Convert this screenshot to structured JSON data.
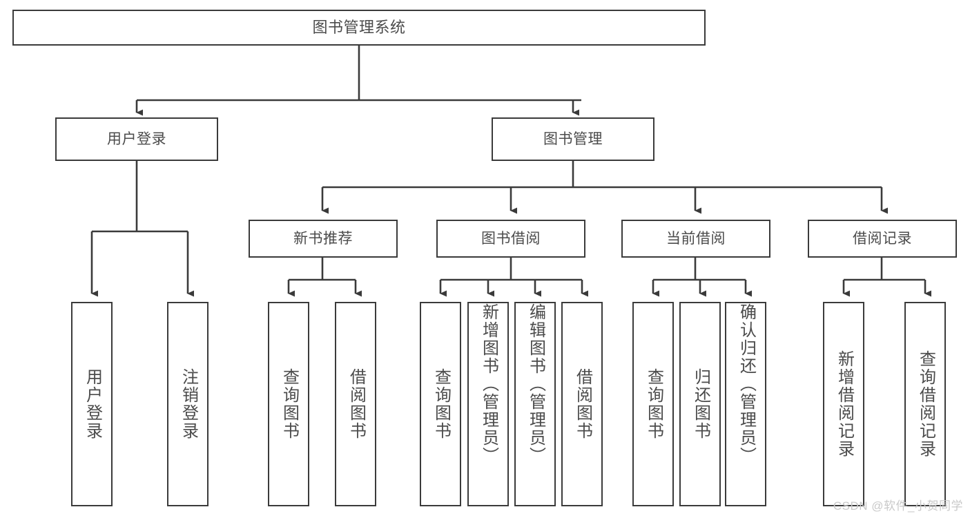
{
  "diagram": {
    "title": "图书管理系统",
    "type": "hierarchy-tree",
    "watermark": "CSDN @软件_小贺同学",
    "colors": {
      "box_border": "#3a3a3a",
      "box_fill": "#ffffff",
      "text": "#4b4b4b",
      "connector": "#3a3a3a",
      "watermark": "#c9c9c9"
    },
    "root": {
      "label": "图书管理系统"
    },
    "level2": [
      {
        "label": "用户登录"
      },
      {
        "label": "图书管理"
      }
    ],
    "level3": [
      {
        "label": "新书推荐"
      },
      {
        "label": "图书借阅"
      },
      {
        "label": "当前借阅"
      },
      {
        "label": "借阅记录"
      }
    ],
    "leaves": {
      "user_login": [
        {
          "label": "用户登录"
        },
        {
          "label": "注销登录"
        }
      ],
      "new_book_recommend": [
        {
          "label": "查询图书"
        },
        {
          "label": "借阅图书"
        }
      ],
      "book_borrow": [
        {
          "label": "查询图书"
        },
        {
          "label": "新增图书（管理员）"
        },
        {
          "label": "编辑图书（管理员）"
        },
        {
          "label": "借阅图书"
        }
      ],
      "current_borrow": [
        {
          "label": "查询图书"
        },
        {
          "label": "归还图书"
        },
        {
          "label": "确认归还（管理员）"
        }
      ],
      "borrow_record": [
        {
          "label": "新增借阅记录"
        },
        {
          "label": "查询借阅记录"
        }
      ]
    }
  }
}
